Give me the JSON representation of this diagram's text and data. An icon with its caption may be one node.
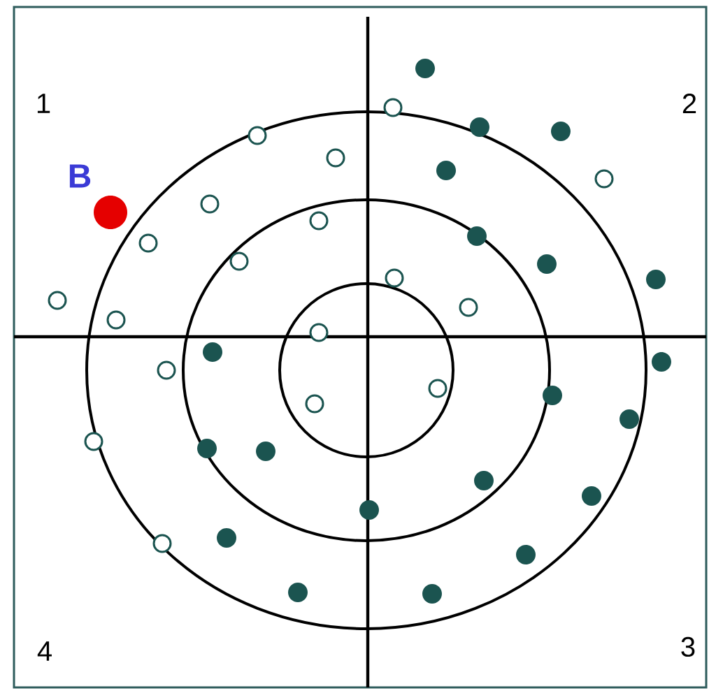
{
  "diagram": {
    "labels": [
      "1",
      "2",
      "B",
      "4",
      "3"
    ]
  }
}
